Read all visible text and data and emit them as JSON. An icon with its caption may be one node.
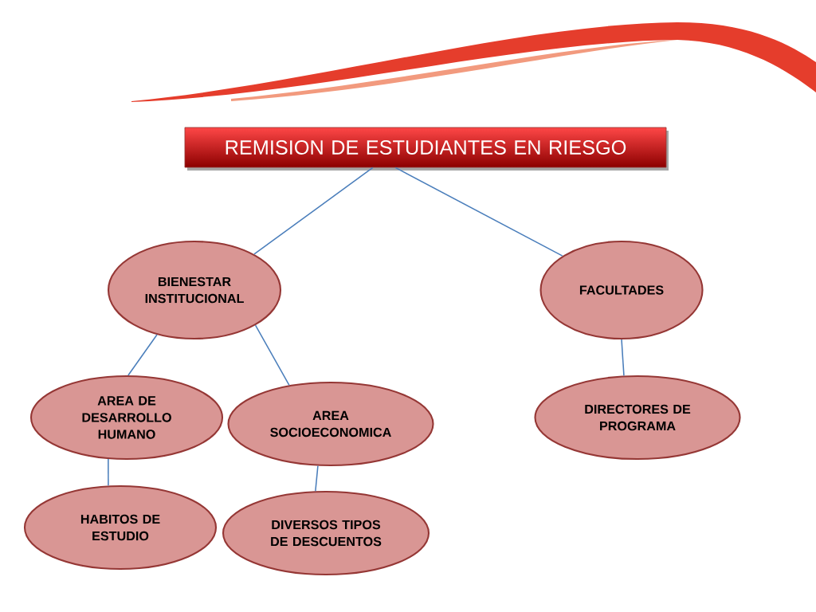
{
  "diagram": {
    "nodes": [
      {
        "text": [
          "REMISION DE ESTUDIANTES EN RIESGO"
        ]
      },
      {
        "text": [
          "BIENESTAR INSTITUCIONAL"
        ]
      },
      {
        "text": [
          "FACULTADES"
        ]
      },
      {
        "text": [
          "AREA DE DESARROLLO HUMANO"
        ]
      },
      {
        "text": [
          "AREA SOCIOECONOMICA"
        ]
      },
      {
        "text": [
          "DIRECTORES DE PROGRAMA"
        ]
      },
      {
        "text": [
          "HABITOS DE ESTUDIO"
        ]
      },
      {
        "text": [
          "DIVERSOS TIPOS DE DESCUENTOS"
        ]
      }
    ],
    "edges": [
      {
        "from": 0,
        "to": 1,
        "arrow": "none"
      },
      {
        "from": 0,
        "to": 2,
        "arrow": "none"
      },
      {
        "from": 1,
        "to": 3,
        "arrow": "none"
      },
      {
        "from": 1,
        "to": 4,
        "arrow": "none"
      },
      {
        "from": 2,
        "to": 5,
        "arrow": "none"
      },
      {
        "from": 3,
        "to": 6,
        "arrow": "none"
      },
      {
        "from": 4,
        "to": 7,
        "arrow": "none"
      }
    ]
  }
}
